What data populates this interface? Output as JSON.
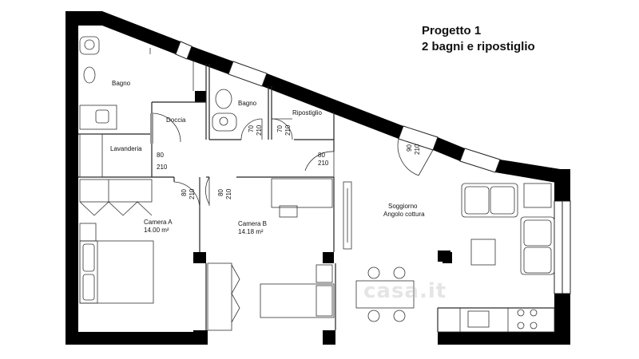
{
  "header": {
    "title_line1": "Progetto 1",
    "title_line2": "2 bagni e ripostiglio"
  },
  "rooms": {
    "bagno1": "Bagno",
    "doccia": "Doccia",
    "lavanderia": "Lavanderia",
    "bagno2": "Bagno",
    "ripostiglio": "Ripostiglio",
    "camera_a": "Camera A",
    "camera_a_area": "14.00 m²",
    "camera_b": "Camera B",
    "camera_b_area": "14.18 m²",
    "soggiorno": "Soggiorno",
    "angolo_cottura": "Angolo cottura"
  },
  "doors": {
    "d1_w": "80",
    "d1_h": "210",
    "d2_w": "70",
    "d2_h": "210",
    "d3_w": "70",
    "d3_h": "210",
    "d4_w": "80",
    "d4_h": "210",
    "d5_w": "80",
    "d5_h": "210",
    "d6_w": "80",
    "d6_h": "210",
    "d7_w": "90",
    "d7_h": "210"
  },
  "watermark": "casa.it",
  "colors": {
    "wall": "#000000",
    "line": "#222222",
    "background": "#ffffff"
  }
}
